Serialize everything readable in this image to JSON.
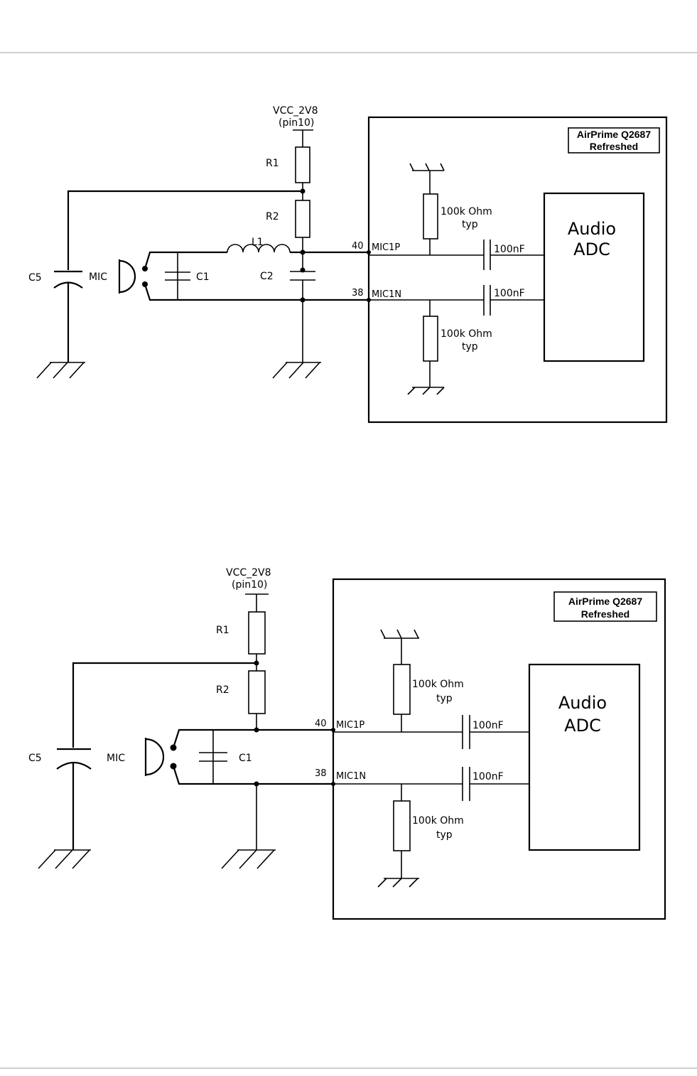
{
  "diagrams": [
    {
      "vcc": "VCC_2V8",
      "vcc_pin": "(pin10)",
      "module": {
        "line1": "AirPrime Q2687",
        "line2": "Refreshed"
      },
      "adc": {
        "line1": "Audio",
        "line2": "ADC"
      },
      "parts": {
        "r1": "R1",
        "r2": "R2",
        "l1": "L1",
        "c1": "C1",
        "c2": "C2",
        "c5": "C5",
        "mic": "MIC"
      },
      "pins": {
        "p_num": "40",
        "p_name": "MIC1P",
        "n_num": "38",
        "n_name": "MIC1N"
      },
      "bias_res": {
        "value": "100k Ohm",
        "note": "typ"
      },
      "coupling_cap": "100nF"
    },
    {
      "vcc": "VCC_2V8",
      "vcc_pin": "(pin10)",
      "module": {
        "line1": "AirPrime Q2687",
        "line2": "Refreshed"
      },
      "adc": {
        "line1": "Audio",
        "line2": "ADC"
      },
      "parts": {
        "r1": "R1",
        "r2": "R2",
        "c1": "C1",
        "c5": "C5",
        "mic": "MIC"
      },
      "pins": {
        "p_num": "40",
        "p_name": "MIC1P",
        "n_num": "38",
        "n_name": "MIC1N"
      },
      "bias_res": {
        "value": "100k Ohm",
        "note": "typ"
      },
      "coupling_cap": "100nF"
    }
  ]
}
